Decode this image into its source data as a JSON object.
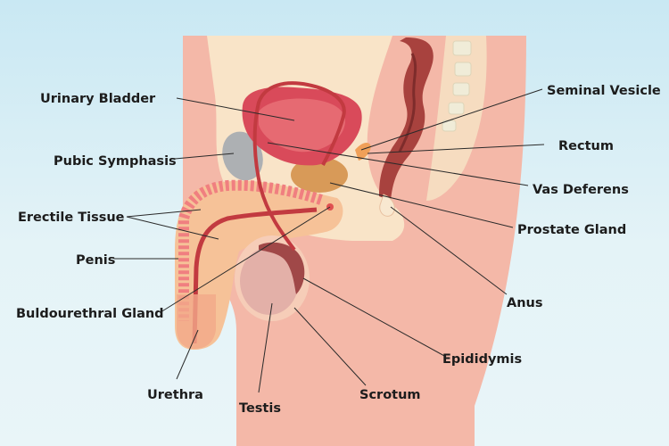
{
  "labels": {
    "urinary_bladder": "Urinary Bladder",
    "pubic_symphasis": "Pubic Symphasis",
    "erectile_tissue": "Erectile Tissue",
    "penis": "Penis",
    "buldourethral_gland": "Buldourethral Gland",
    "urethra": "Urethra",
    "testis": "Testis",
    "scrotum": "Scrotum",
    "epididymis": "Epididymis",
    "anus": "Anus",
    "prostate_gland": "Prostate Gland",
    "vas_deferens": "Vas Deferens",
    "rectum": "Rectum",
    "seminal_vesicle": "Seminal Vesicle"
  },
  "colors": {
    "background": "#cfeaf4",
    "skin": "#f4b8a8",
    "tissue": "#f9e4c8",
    "bladder": "#d94a5a",
    "rectum": "#a8423e",
    "prostate": "#d89a58",
    "testis": "#c78a8a",
    "bone": "#a4aab0",
    "duct": "#c23a40"
  }
}
